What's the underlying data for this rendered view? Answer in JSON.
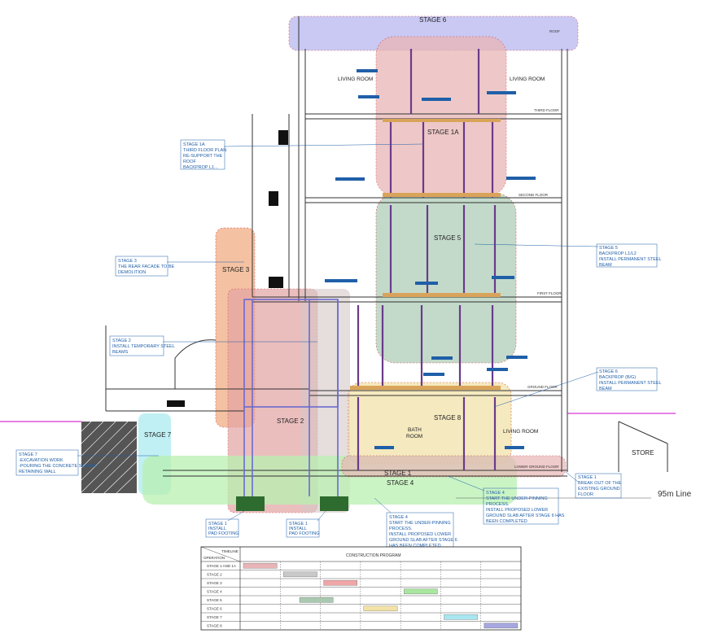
{
  "stages_on_drawing": {
    "stage6": "STAGE 6",
    "stage1a": "STAGE 1A",
    "stage5": "STAGE 5",
    "stage3": "STAGE 3",
    "stage2": "STAGE 2",
    "stage8": "STAGE 8",
    "stage7": "STAGE 7",
    "stage4": "STAGE 4",
    "stage1": "STAGE 1"
  },
  "rooms": {
    "living_left": "LIVING ROOM",
    "living_right": "LIVING ROOM",
    "bath": "BATH",
    "bath2": "ROOM",
    "living_ground": "LIVING ROOM",
    "store": "STORE"
  },
  "levels": {
    "roof": "ROOF",
    "third": "THIRD FLOOR",
    "second": "SECOND FLOOR",
    "first": "FIRST FLOOR",
    "ground": "GROUND FLOOR",
    "lower": "LOWER GROUND FLOOR",
    "line95": "95m Line"
  },
  "notes": {
    "n1a": [
      "STAGE 1A",
      "THIRD FLOOR PLAN",
      "RE-SUPPORT THE",
      "ROOF",
      "BACKPROP L1..."
    ],
    "n3": [
      "STAGE 3",
      "THE REAR FACADE TO BE",
      "DEMOLITION"
    ],
    "n2": [
      "STAGE 2",
      "INSTALL TEMPORARY STEEL",
      "BEAMS"
    ],
    "n7": [
      "STAGE 7",
      "-EXCAVATION WORK",
      "-POURING THE CONCRETE SLAB/RC",
      "RETAINING WALL"
    ],
    "n5r": [
      "STAGE 5",
      "BACKPROP L1/L2",
      "INSTALL PERMANENT STEEL",
      "BEAM"
    ],
    "n6r": [
      "STAGE 6",
      "BACKPROP (B/G)",
      "INSTALL PERMANENT STEEL",
      "BEAM"
    ],
    "n1r": [
      "STAGE 1",
      "BREAK OUT OF THE",
      "EXISTING GROUND",
      "FLOOR"
    ],
    "n4r": [
      "STAGE 4",
      "START THE UNDER-PINNING",
      "PROCESS.",
      "INSTALL PROPOSED LOWER",
      "GROUND SLAB AFTER STAGE 6 HAS",
      "BEEN COMPLETED"
    ],
    "n4c": [
      "STAGE 4",
      "START THE UNDER-PINNING",
      "PROCESS.",
      "INSTALL PROPOSED LOWER",
      "GROUND SLAB AFTER STAGE 6",
      "HAS BEEN COMPLETED"
    ],
    "n1l": [
      "STAGE 1",
      "INSTALL",
      "PAD FOOTING"
    ],
    "n1c": [
      "STAGE 1",
      "INSTALL",
      "PAD FOOTING"
    ]
  },
  "program": {
    "title": "CONSTRUCTION PROGRAM",
    "corner_top": "TIMELINE",
    "corner_bottom": "OPERATION",
    "rows": [
      {
        "label": "STAGE 1 AND 1A",
        "start": 0,
        "end": 1,
        "color": "#e8b4b8"
      },
      {
        "label": "STAGE 2",
        "start": 1,
        "end": 2,
        "color": "#c9c9c9"
      },
      {
        "label": "STAGE 3",
        "start": 2,
        "end": 3,
        "color": "#f0a6a6"
      },
      {
        "label": "STAGE 4",
        "start": 4,
        "end": 5,
        "color": "#a9e6a0"
      },
      {
        "label": "STAGE 5",
        "start": 1.4,
        "end": 2.4,
        "color": "#a9c9b0"
      },
      {
        "label": "STAGE 6",
        "start": 3,
        "end": 4,
        "color": "#f3e2a8"
      },
      {
        "label": "STAGE 7",
        "start": 5,
        "end": 6,
        "color": "#a8e6f0"
      },
      {
        "label": "STAGE 8",
        "start": 6,
        "end": 7,
        "color": "#a7a7e0"
      }
    ],
    "columns": 7
  },
  "colors": {
    "blue_note": "#1f5fa8",
    "stage6_fill": "#b8b8f0",
    "stage1a_fill": "#e9b6b6",
    "stage5_fill": "#b5d2bd",
    "stage3_fill": "#f2b48c",
    "stage2_fill": "#e3a3a3",
    "stage8_fill": "#f3e4b0",
    "stage7_fill": "#b0ecf0",
    "stage4_fill": "#b8f0b0"
  }
}
